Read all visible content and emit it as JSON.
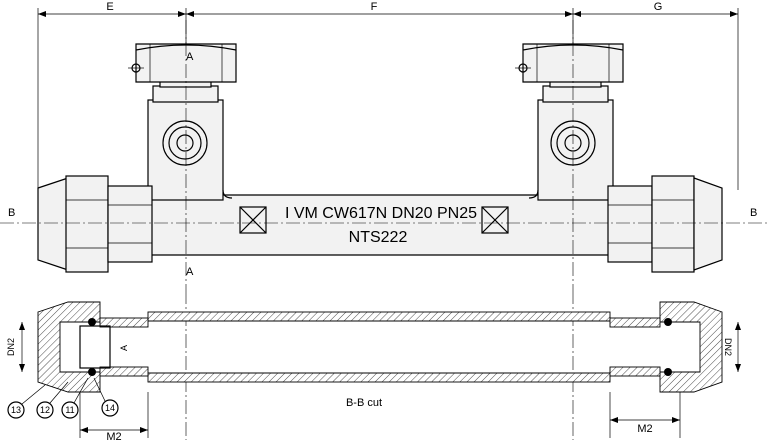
{
  "dimensions": {
    "e": "E",
    "f": "F",
    "g": "G"
  },
  "section_marks": {
    "a_top": "A",
    "a_bottom": "A",
    "b_left": "B",
    "b_right": "B",
    "a_section": "A"
  },
  "body_marking": {
    "line1": "I VM CW617N DN20 PN25",
    "line2": "NTS222"
  },
  "cut_view": {
    "caption": "B-B cut",
    "dn_left": "DN2",
    "dn_right": "DN2",
    "m2_left": "M2",
    "m2_right": "M2",
    "parts": [
      "13",
      "12",
      "11",
      "14"
    ]
  }
}
